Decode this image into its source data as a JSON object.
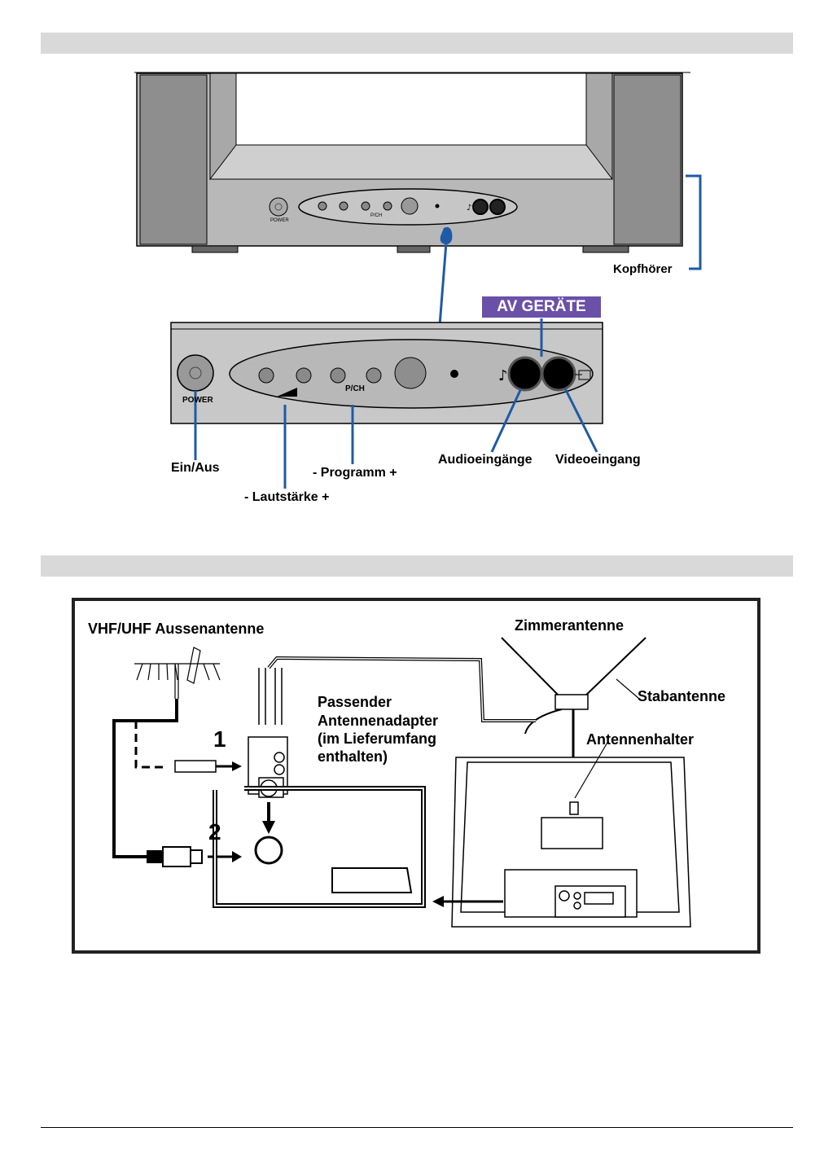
{
  "tv_front": {
    "power_label": "POWER",
    "pch_label": "P/CH"
  },
  "panel_zoom": {
    "power_label": "POWER",
    "pch_label": "P/CH"
  },
  "labels": {
    "kopfhoerer": "Kopfhörer",
    "av_geraete": "AV GERÄTE",
    "ein_aus": "Ein/Aus",
    "lautstaerke": "- Lautstärke +",
    "programm": "- Programm +",
    "audio": "Audioeingänge",
    "video": "Videoeingang"
  },
  "antenna_diagram": {
    "outdoor_antenna": "VHF/UHF Aussenantenne",
    "indoor_antenna": "Zimmerantenne",
    "rod_antenna": "Stabantenne",
    "adapter": [
      "Passender",
      "Antennenadapter",
      "(im Lieferumfang",
      "enthalten)"
    ],
    "holder": "Antennenhalter",
    "step1": "1",
    "step2": "2"
  }
}
